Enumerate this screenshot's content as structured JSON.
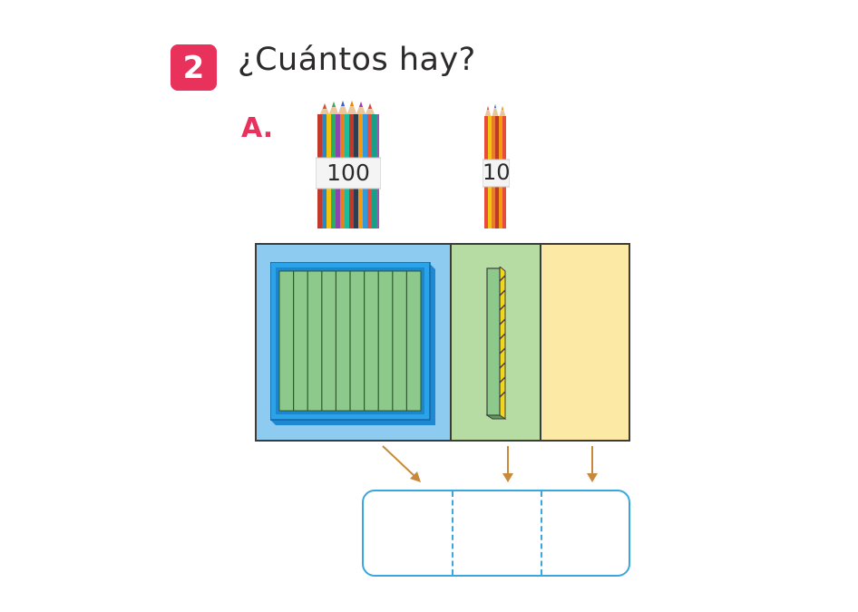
{
  "exercise": {
    "number": "2",
    "question": "¿Cuántos hay?",
    "part_label": "A."
  },
  "pencil_bundles": [
    {
      "label": "100",
      "icon": "pencil-bundle-hundred-icon"
    },
    {
      "label": "10",
      "icon": "pencil-bundle-ten-icon"
    }
  ],
  "place_value_table": {
    "columns": [
      {
        "color": "#8ecbf0",
        "content": "hundred-flat-block-icon"
      },
      {
        "color": "#b6dca4",
        "content": "ten-rod-block-icon"
      },
      {
        "color": "#fde9a6",
        "content": ""
      }
    ]
  },
  "answer_boxes": {
    "border_color": "#3aa6e0",
    "values": [
      "",
      "",
      ""
    ]
  },
  "colors": {
    "accent": "#e8325c",
    "arrow": "#c8893a"
  }
}
